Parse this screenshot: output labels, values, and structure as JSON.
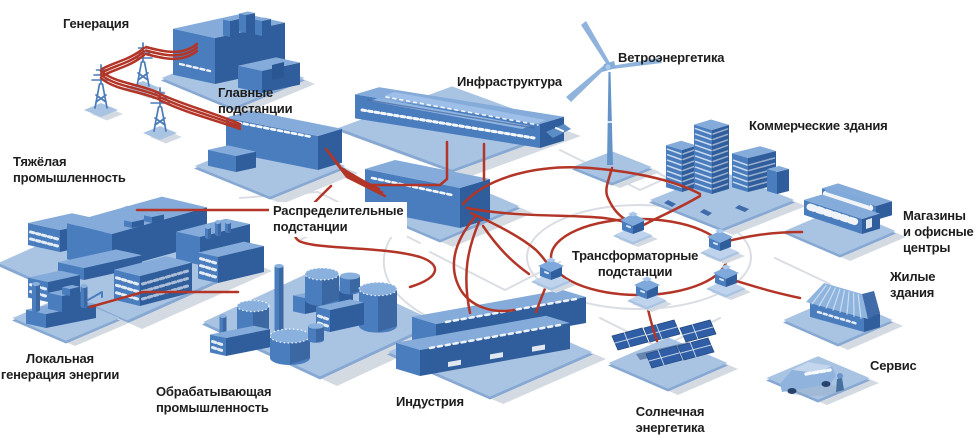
{
  "diagram": {
    "type": "smart-grid-energy-network",
    "language": "ru",
    "transformer_substation_count": 5,
    "colors": {
      "background": "#ffffff",
      "building_mid": "#4a7dbe",
      "building_dark": "#305d9b",
      "building_top": "#84abd9",
      "platform": "#a9c3e2",
      "platform_side": "#86a8d2",
      "shadow": "#d4dae2",
      "line_power": "#b23527",
      "line_faint": "#dadee4",
      "label": "#1d1d1d"
    },
    "nodes": [
      {
        "id": "generation",
        "label": "Генерация"
      },
      {
        "id": "main-substations",
        "label": "Главные\nподстанции"
      },
      {
        "id": "heavy-industry",
        "label": "Тяжёлая\nпромышленность"
      },
      {
        "id": "infrastructure",
        "label": "Инфраструктура"
      },
      {
        "id": "wind-energy",
        "label": "Ветроэнергетика"
      },
      {
        "id": "commercial-buildings",
        "label": "Коммерческие здания"
      },
      {
        "id": "distribution-substations",
        "label": "Распределительные\nподстанции"
      },
      {
        "id": "transformer-substations",
        "label": "Трансформаторные\nподстанции"
      },
      {
        "id": "shops-office-centers",
        "label": "Магазины\nи офисные\nцентры"
      },
      {
        "id": "residential-buildings",
        "label": "Жилые здания"
      },
      {
        "id": "local-generation",
        "label": "Локальная\nгенерация энергии"
      },
      {
        "id": "processing-industry",
        "label": "Обрабатывающая\nпромышленность"
      },
      {
        "id": "industry",
        "label": "Индустрия"
      },
      {
        "id": "solar-energy",
        "label": "Солнечная\nэнергетика"
      },
      {
        "id": "service",
        "label": "Сервис"
      }
    ],
    "connections": [
      {
        "from": "generation",
        "to": "main-substations",
        "via": "transmission-towers"
      },
      {
        "from": "main-substations",
        "to": "distribution-substations"
      },
      {
        "from": "main-substations",
        "to": "heavy-industry"
      },
      {
        "from": "main-substations",
        "to": "processing-industry"
      },
      {
        "from": "local-generation",
        "to": "heavy-industry"
      },
      {
        "from": "distribution-substations",
        "to": "infrastructure"
      },
      {
        "from": "distribution-substations",
        "to": "commercial-buildings"
      },
      {
        "from": "distribution-substations",
        "to": "transformer-substations"
      },
      {
        "from": "distribution-substations",
        "to": "industry"
      },
      {
        "from": "wind-energy",
        "to": "transformer-substations"
      },
      {
        "from": "solar-energy",
        "to": "transformer-substations"
      },
      {
        "from": "transformer-substations",
        "to": "shops-office-centers"
      },
      {
        "from": "transformer-substations",
        "to": "residential-buildings"
      },
      {
        "from": "transformer-substations",
        "to": "commercial-buildings"
      },
      {
        "from": "transformer-substations",
        "to": "industry"
      }
    ]
  }
}
